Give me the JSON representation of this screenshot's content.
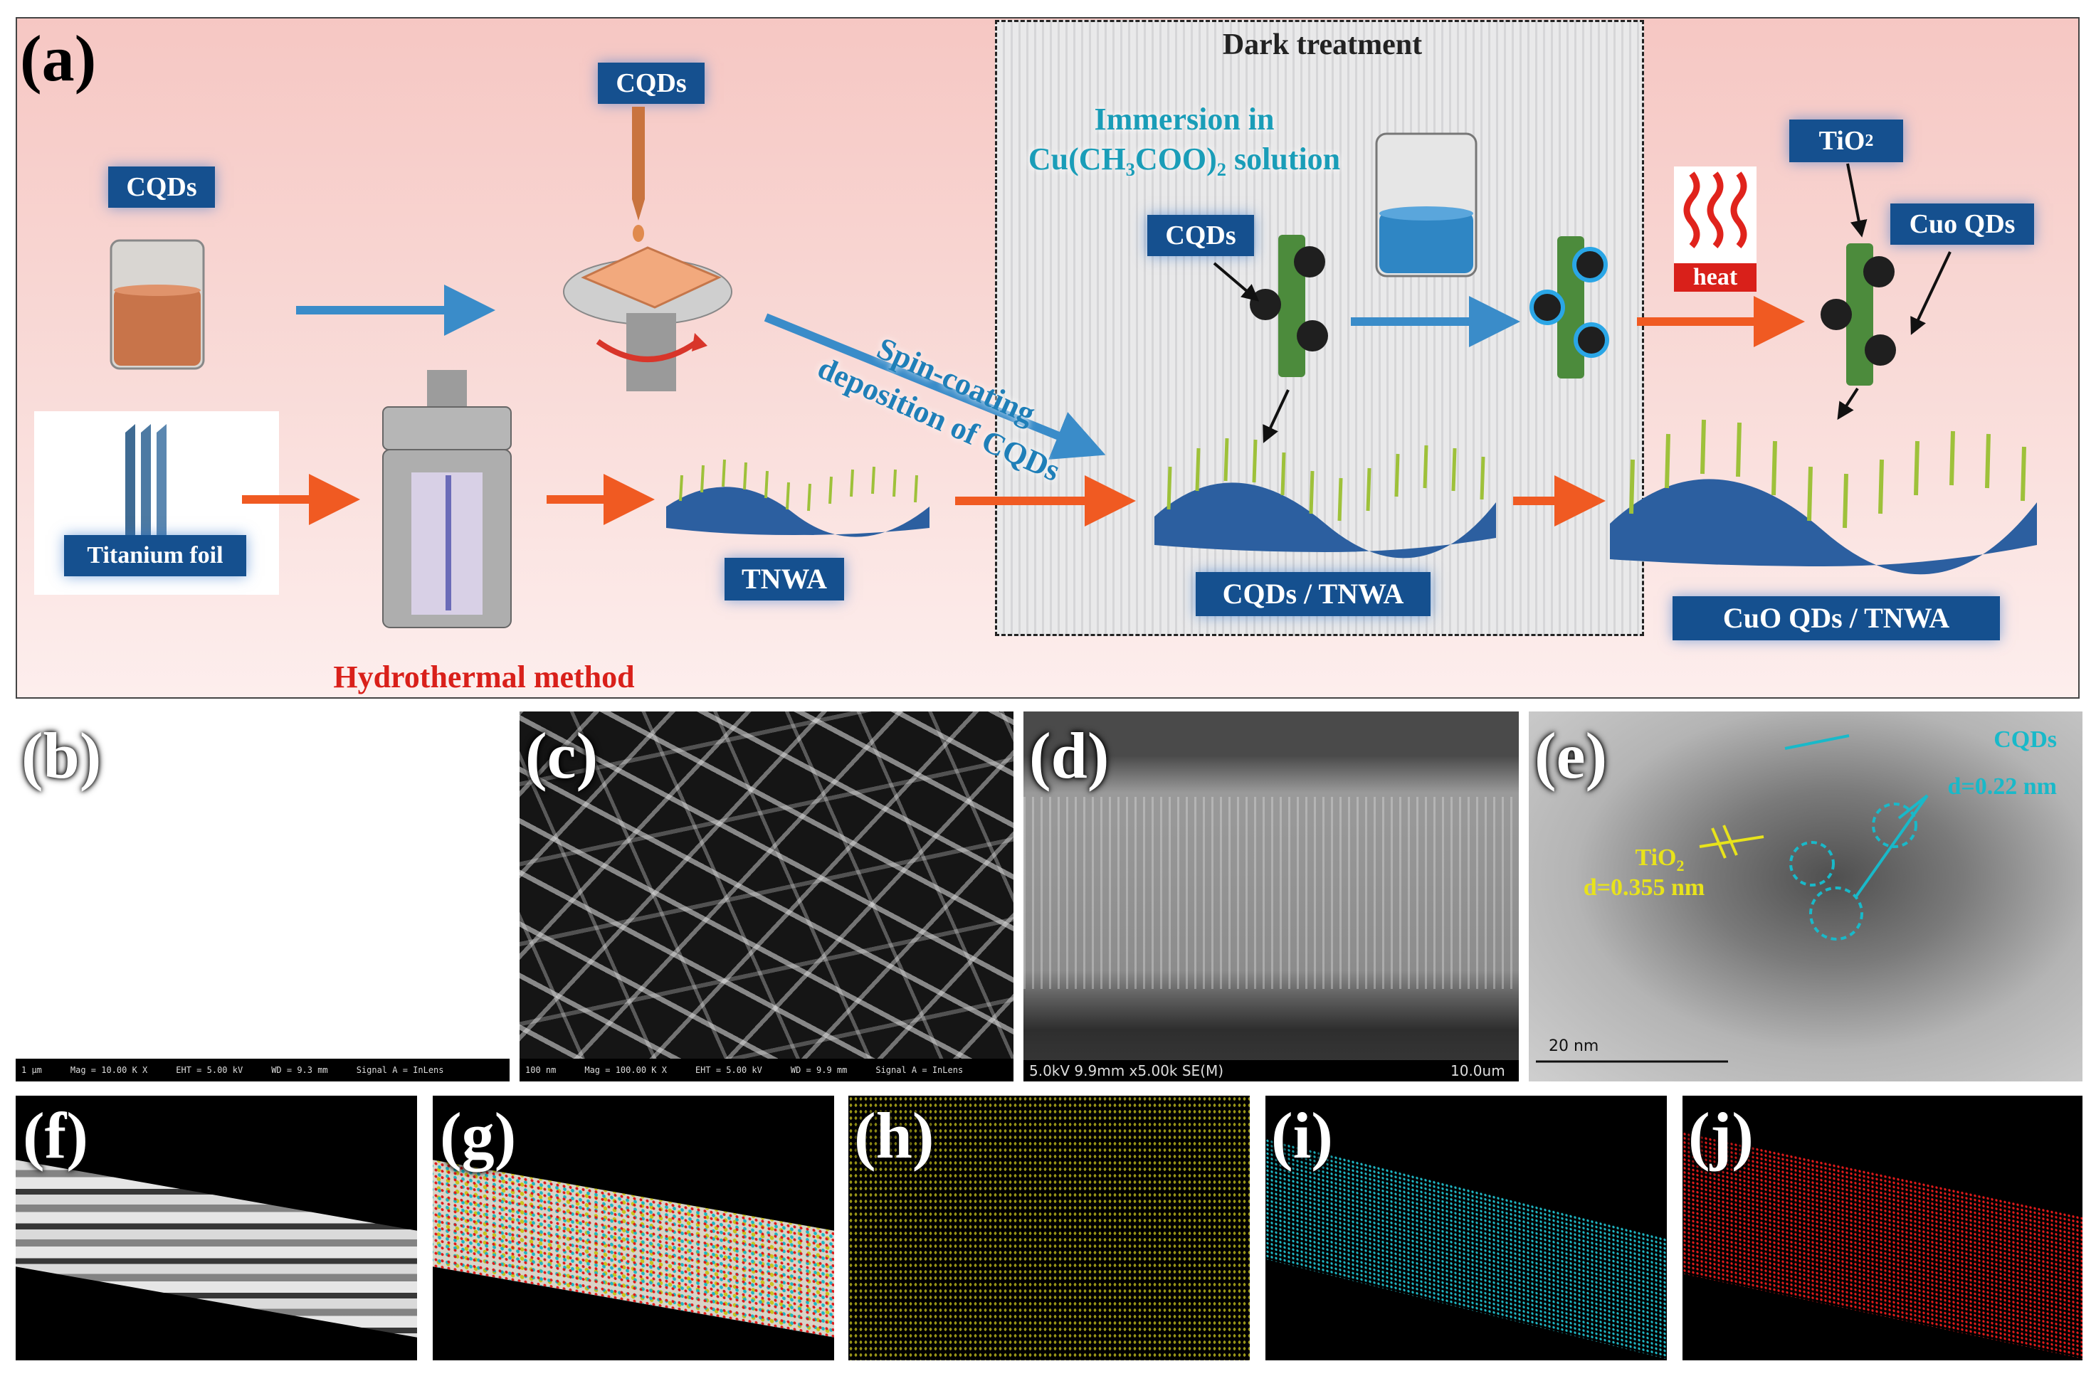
{
  "panel_labels": {
    "a": "(a)",
    "b": "(b)",
    "c": "(c)",
    "d": "(d)",
    "e": "(e)",
    "f": "(f)",
    "g": "(g)",
    "h": "(h)",
    "i": "(i)",
    "j": "(j)"
  },
  "scheme": {
    "dark_treatment": "Dark treatment",
    "immersion_line1": "Immersion in",
    "immersion_line2": "Cu(CH₃COO)₂ solution",
    "cqds_tag_1": "CQDs",
    "cqds_tag_2": "CQDs",
    "cqds_tag_3": "CQDs",
    "titanium_foil": "Titanium foil",
    "hydrothermal": "Hydrothermal method",
    "tnwa": "TNWA",
    "spin_line1": "Spin-coating",
    "spin_line2": "deposition of CQDs",
    "cqds_tnwa": "CQDs / TNWA",
    "heat": "heat",
    "tio2_tag": "TiO",
    "tio2_sub": "2",
    "cuo_qds_tag": "Cuo QDs",
    "cuo_tnwa": "CuO QDs / TNWA"
  },
  "sem_b": {
    "scale": "1 μm",
    "mag": "Mag = 10.00 K X",
    "eht": "EHT = 5.00 kV",
    "wd": "WD = 9.3 mm",
    "signal": "Signal A = InLens"
  },
  "sem_c": {
    "scale": "100 nm",
    "mag": "Mag = 100.00 K X",
    "eht": "EHT = 5.00 kV",
    "wd": "WD = 9.9 mm",
    "signal": "Signal A = InLens"
  },
  "sem_d": {
    "info": "5.0kV 9.9mm x5.00k SE(M)",
    "scale": "10.0um"
  },
  "tem_e": {
    "cqds": "CQDs",
    "cqds_d": "d=0.22 nm",
    "tio2": "TiO",
    "tio2_sub": "2",
    "tio2_d": "d=0.355 nm",
    "scale": "20 nm"
  },
  "colors": {
    "tag_bg": "#15508f",
    "hydro_red": "#d9201a",
    "cyan": "#19b9c9",
    "yellow": "#e8e31b",
    "map_h": "#c8c21e",
    "map_i": "#1fb5c2",
    "map_j": "#e01b1b"
  }
}
